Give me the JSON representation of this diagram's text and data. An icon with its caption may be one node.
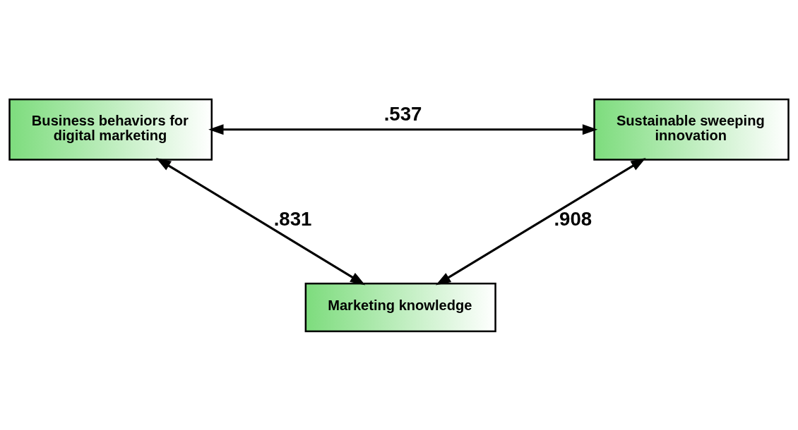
{
  "diagram": {
    "nodes": [
      {
        "text": [
          "Business behaviors for digital marketing"
        ]
      },
      {
        "text": [
          "Sustainable sweeping innovation"
        ]
      },
      {
        "text": [
          "Marketing knowledge"
        ]
      }
    ],
    "edges": [
      {
        "from": 0,
        "to": 1,
        "arrow": "both",
        "label": ".537"
      },
      {
        "from": 0,
        "to": 2,
        "arrow": "both",
        "label": ".831"
      },
      {
        "from": 1,
        "to": 2,
        "arrow": "both",
        "label": ".908"
      }
    ]
  }
}
